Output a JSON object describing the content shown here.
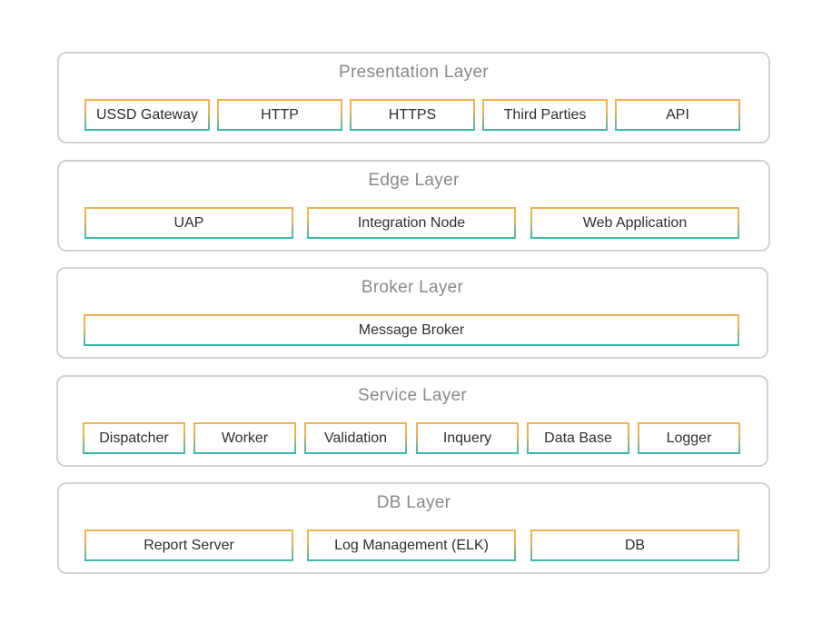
{
  "layers": [
    {
      "title": "Presentation Layer",
      "items": [
        "USSD Gateway",
        "HTTP",
        "HTTPS",
        "Third Parties",
        "API"
      ]
    },
    {
      "title": "Edge Layer",
      "items": [
        "UAP",
        "Integration Node",
        "Web Application"
      ]
    },
    {
      "title": "Broker Layer",
      "items": [
        "Message Broker"
      ]
    },
    {
      "title": "Service Layer",
      "items": [
        "Dispatcher",
        "Worker",
        "Validation",
        "Inquery",
        "Data Base",
        "Logger"
      ]
    },
    {
      "title": "DB Layer",
      "items": [
        "Report Server",
        "Log Management (ELK)",
        "DB"
      ]
    }
  ],
  "colors": {
    "layer_border": "#d2d2d2",
    "layer_title": "#8a8a8a",
    "box_top": "#f0b44e",
    "box_bottom": "#3ab9ae",
    "box_text": "#2f2f2f"
  }
}
